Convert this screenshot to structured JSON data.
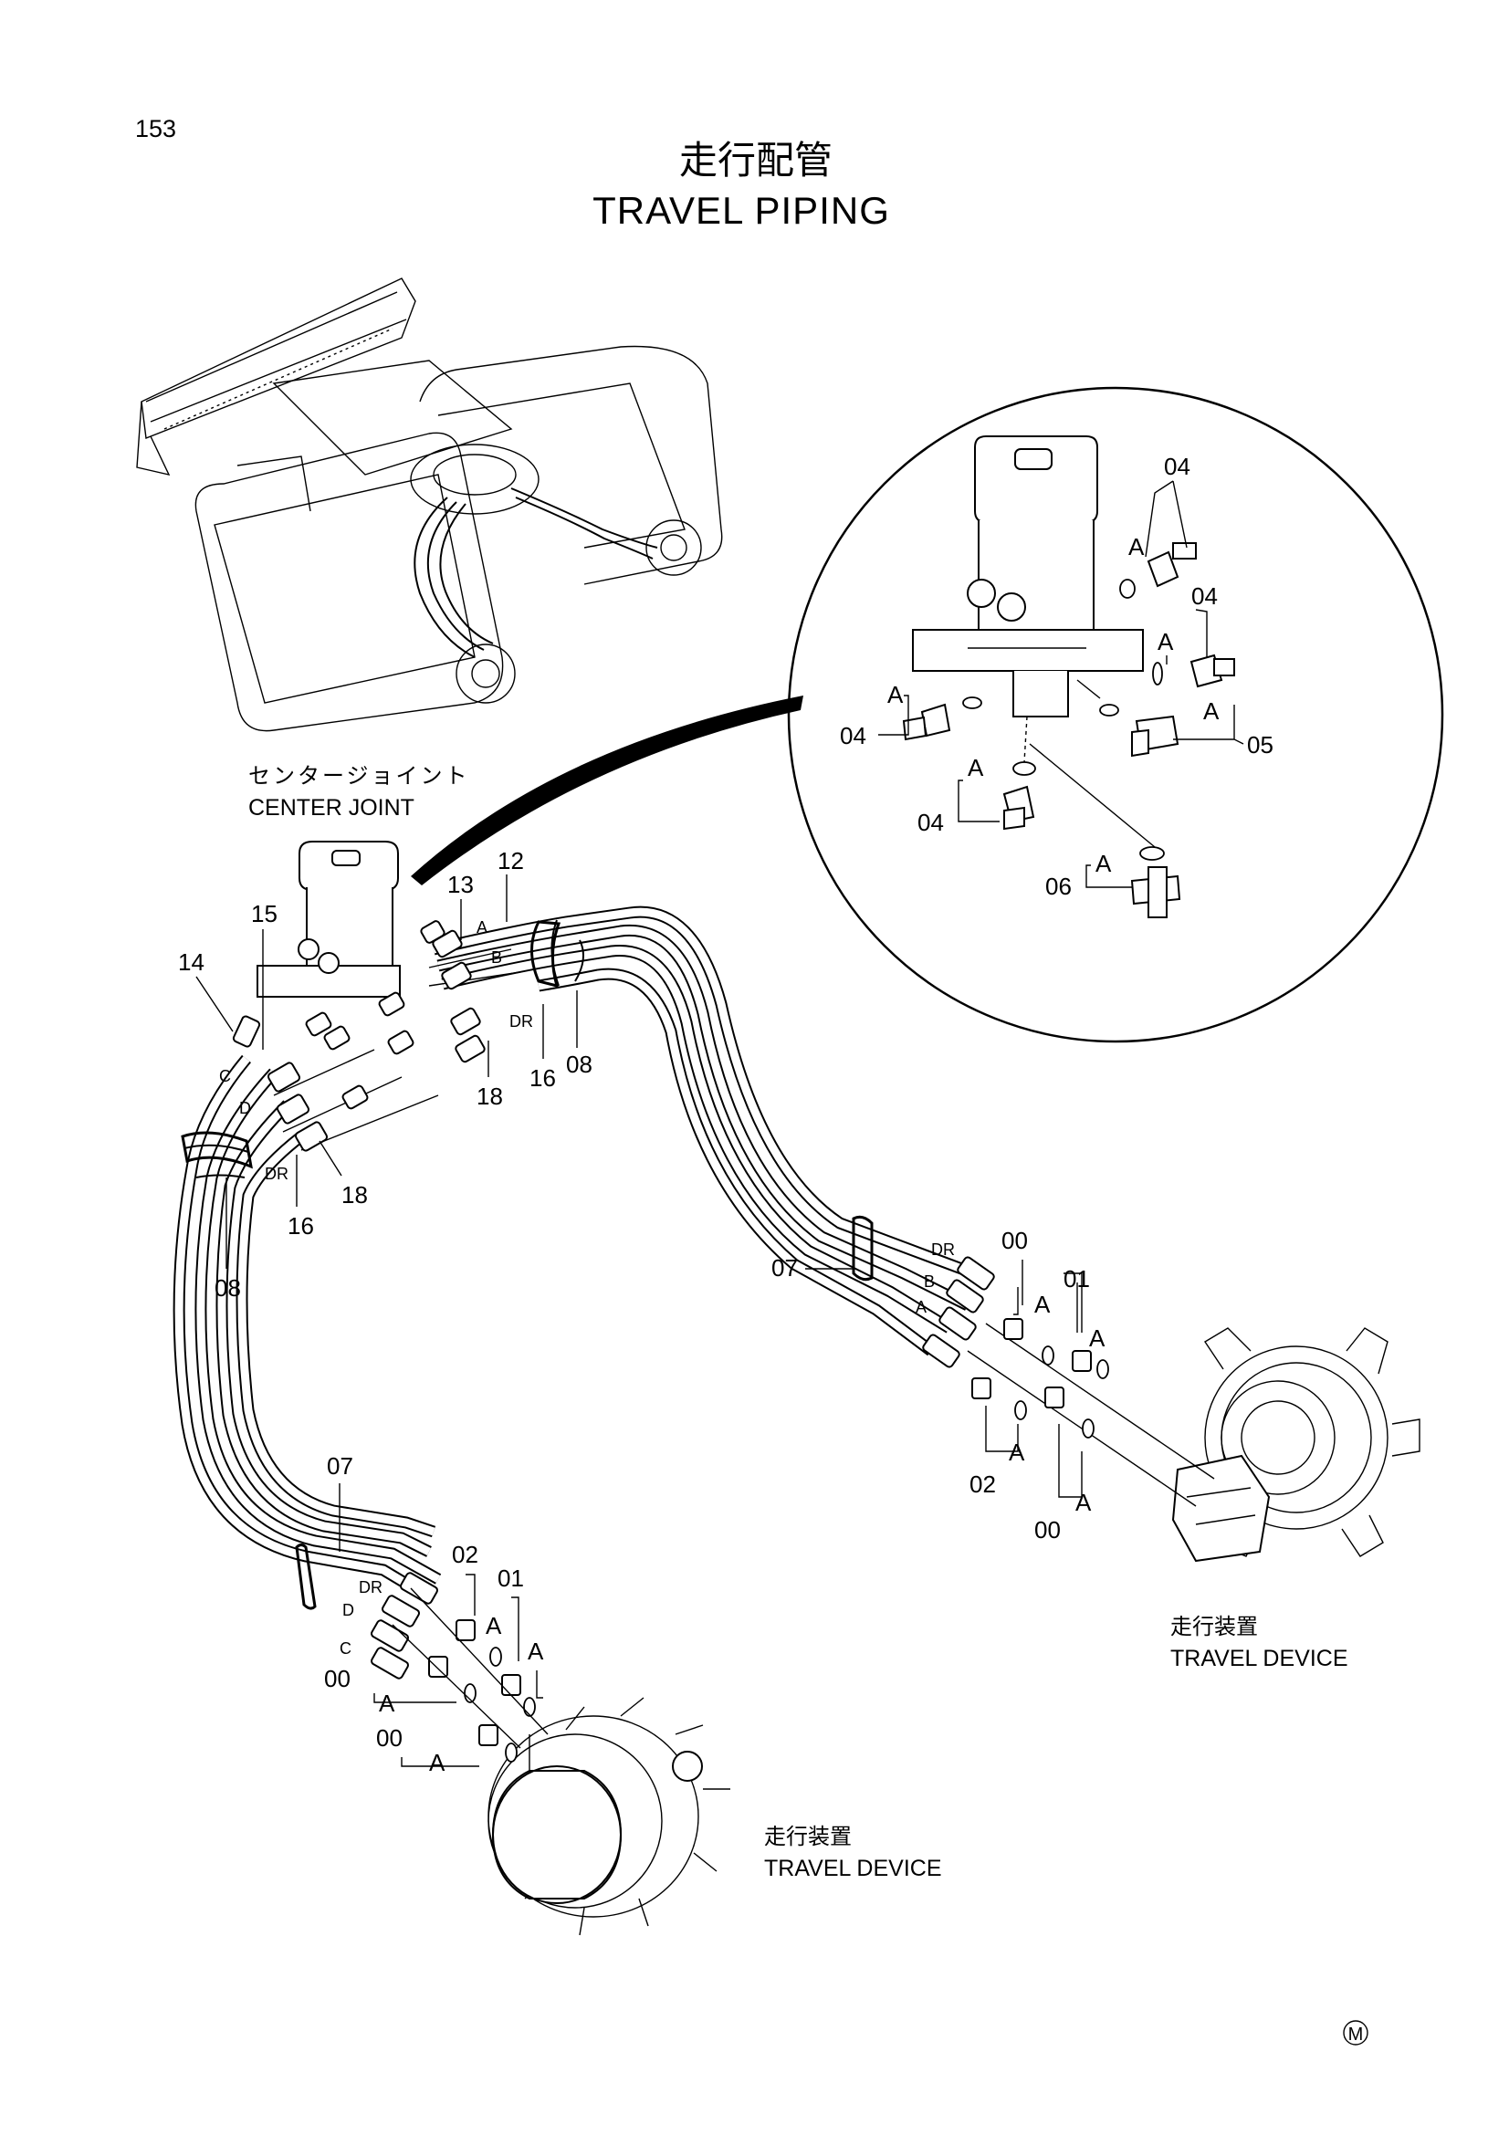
{
  "page_number": "153",
  "title_jp": "走行配管",
  "title_en": "TRAVEL PIPING",
  "center_joint_jp": "センタージョイント",
  "center_joint_en": "CENTER JOINT",
  "travel_device_jp": "走行装置",
  "travel_device_en": "TRAVEL DEVICE",
  "mark": "M",
  "port_labels": {
    "a": "A",
    "b": "B",
    "c": "C",
    "d": "D",
    "dr": "DR"
  },
  "part_numbers": {
    "p00": "00",
    "p01": "01",
    "p02": "02",
    "p04": "04",
    "p05": "05",
    "p06": "06",
    "p07": "07",
    "p08": "08",
    "p12": "12",
    "p13": "13",
    "p14": "14",
    "p15": "15",
    "p16": "16",
    "p18": "18"
  }
}
